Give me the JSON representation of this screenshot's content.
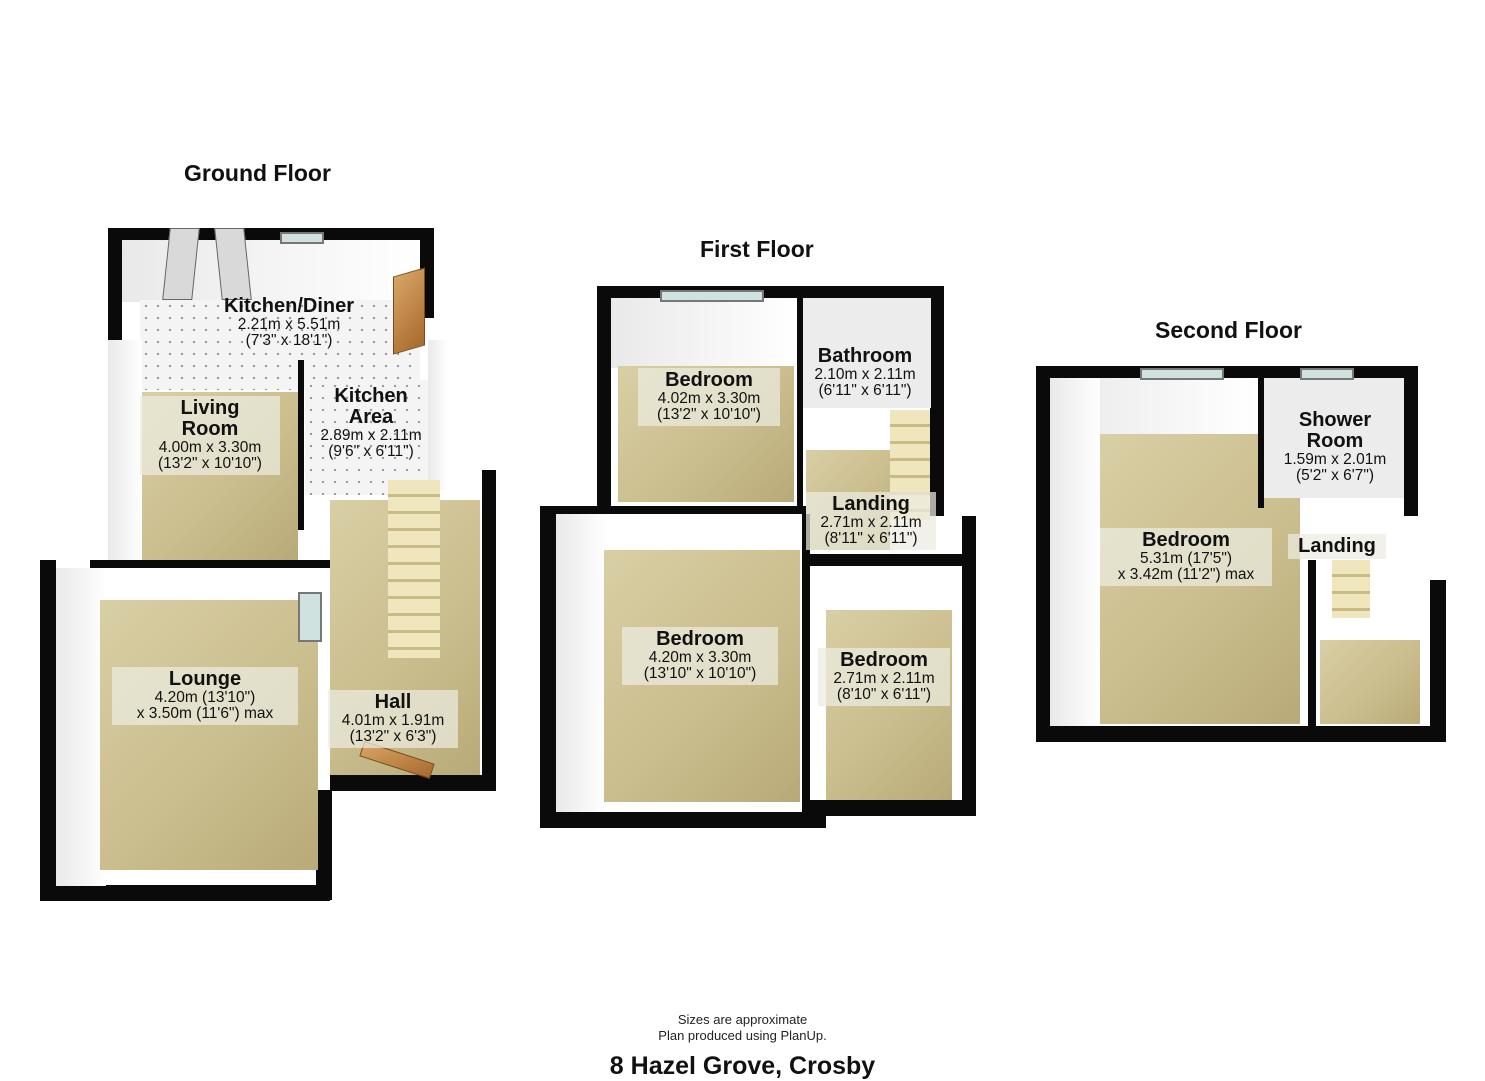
{
  "floors": {
    "ground": {
      "title": "Ground Floor",
      "rooms": {
        "kitchen_diner": {
          "name": "Kitchen/Diner",
          "dim_m": "2.21m x 5.51m",
          "dim_ft": "(7'3\" x 18'1\")"
        },
        "living_room": {
          "name_line1": "Living",
          "name_line2": "Room",
          "dim_m": "4.00m x 3.30m",
          "dim_ft": "(13'2\" x 10'10\")"
        },
        "kitchen_area": {
          "name_line1": "Kitchen",
          "name_line2": "Area",
          "dim_m": "2.89m x 2.11m",
          "dim_ft": "(9'6\" x 6'11\")"
        },
        "lounge": {
          "name": "Lounge",
          "dim_line1": "4.20m (13'10\")",
          "dim_line2": "x 3.50m (11'6\") max"
        },
        "hall": {
          "name": "Hall",
          "dim_m": "4.01m x 1.91m",
          "dim_ft": "(13'2\" x 6'3\")"
        }
      }
    },
    "first": {
      "title": "First Floor",
      "rooms": {
        "bedroom_front": {
          "name": "Bedroom",
          "dim_m": "4.02m x 3.30m",
          "dim_ft": "(13'2\" x 10'10\")"
        },
        "bathroom": {
          "name": "Bathroom",
          "dim_m": "2.10m x 2.11m",
          "dim_ft": "(6'11\" x 6'11\")"
        },
        "landing": {
          "name": "Landing",
          "dim_m": "2.71m x 2.11m",
          "dim_ft": "(8'11\" x 6'11\")"
        },
        "bedroom_rear": {
          "name": "Bedroom",
          "dim_m": "4.20m x 3.30m",
          "dim_ft": "(13'10\" x 10'10\")"
        },
        "bedroom_small": {
          "name": "Bedroom",
          "dim_m": "2.71m x 2.11m",
          "dim_ft": "(8'10\" x 6'11\")"
        }
      }
    },
    "second": {
      "title": "Second Floor",
      "rooms": {
        "bedroom": {
          "name": "Bedroom",
          "dim_line1": "5.31m (17'5\")",
          "dim_line2": "x 3.42m (11'2\") max"
        },
        "shower_room": {
          "name_line1": "Shower",
          "name_line2": "Room",
          "dim_m": "1.59m x 2.01m",
          "dim_ft": "(5'2\" x 6'7\")"
        },
        "landing": {
          "name": "Landing"
        }
      }
    }
  },
  "footer": {
    "note_line1": "Sizes are approximate",
    "note_line2": "Plan produced using PlanUp.",
    "address": "8 Hazel Grove, Crosby"
  }
}
